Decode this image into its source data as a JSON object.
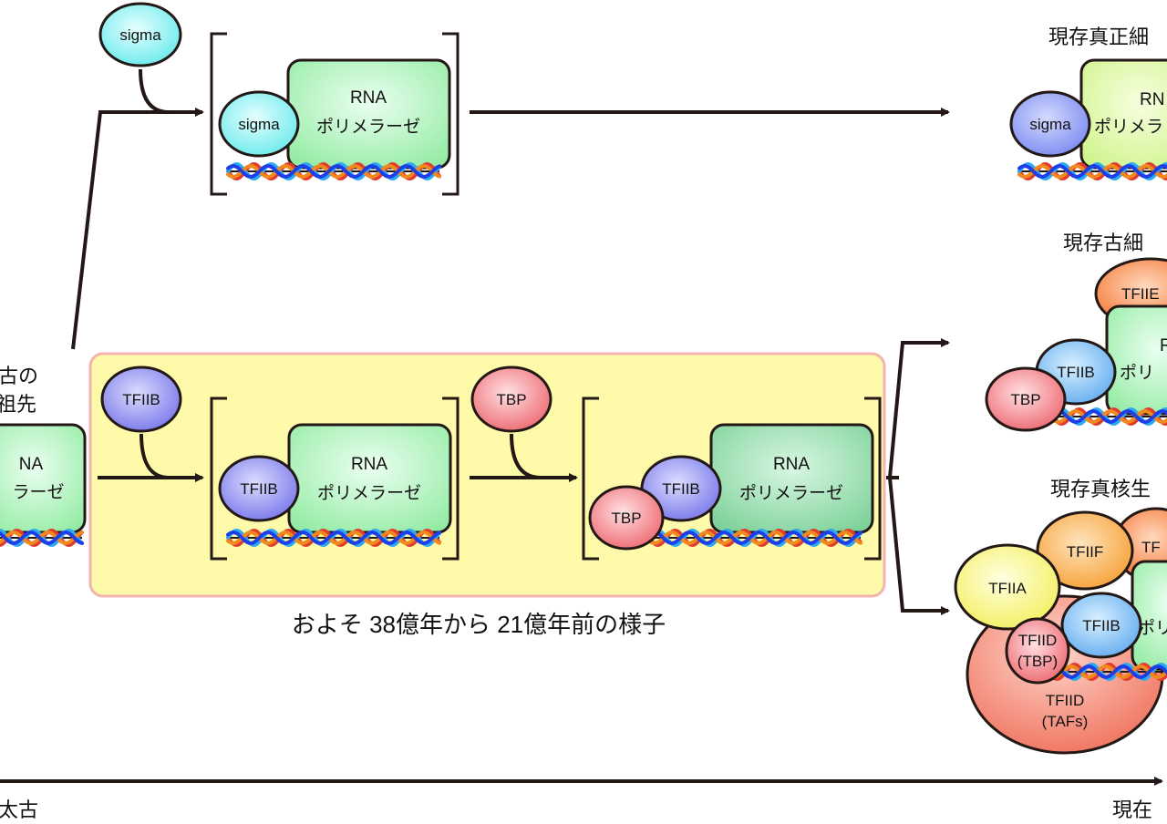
{
  "labels": {
    "ancestor_title_line1": "古の",
    "ancestor_title_line2": "祖先",
    "pol_line1": "RNA",
    "pol_line2": "ポリメラーゼ",
    "pol_line1_partial": "NA",
    "pol_line2_partial": "ラーゼ",
    "sigma": "sigma",
    "tfiib": "TFIIB",
    "tbp": "TBP",
    "era_caption": "およそ 38億年から 21億年前の様子",
    "bacteria_header": "現存真正細",
    "archaea_header": "現存古細",
    "eukarya_header": "現存真核生",
    "archaea_tfiie_partial": "TFIIE",
    "archaea_pol_line1_partial": "R",
    "archaea_pol_line2_partial": "ポリ",
    "bacteria_pol_line1_partial": "RN",
    "bacteria_pol_line2_partial": "ポリメラ",
    "euk_tfiia": "TFIIA",
    "euk_tfiif": "TFIIF",
    "euk_tfiie_partial": "TF",
    "euk_tfiib": "TFIIB",
    "euk_pol_partial": "ポリ",
    "euk_tfiid_tbp_line1": "TFIID",
    "euk_tfiid_tbp_line2": "(TBP)",
    "euk_tfiid_tafs_line1": "TFIID",
    "euk_tfiid_tafs_line2": "(TAFs)",
    "time_past": "太古",
    "time_present": "現在"
  },
  "colors": {
    "background": "#ffffff",
    "highlight_box_fill": "#fdfaa9",
    "highlight_box_stroke": "#f3b4ae",
    "sigma_cyan": "#7ff2ef",
    "sigma_blue": "#8f9cf0",
    "tfiib_purple": "#8c8cf0",
    "tfiib_blue": "#76b8f3",
    "tbp_red": "#f07c83",
    "pol_green": "#a3f2b0",
    "pol_green_dark": "#8fdca6",
    "pol_lime": "#d9f79b",
    "tfiie_orange": "#f6782f",
    "tfiif_orange": "#f7a63a",
    "tfiia_yellow": "#f8f470",
    "tfiid_red": "#f07f68",
    "dna_orange": "#f08a1e",
    "dna_red": "#e33b2e",
    "dna_blue": "#2da9f2",
    "dna_darkblue": "#1f3fe6",
    "stroke": "#231815"
  }
}
